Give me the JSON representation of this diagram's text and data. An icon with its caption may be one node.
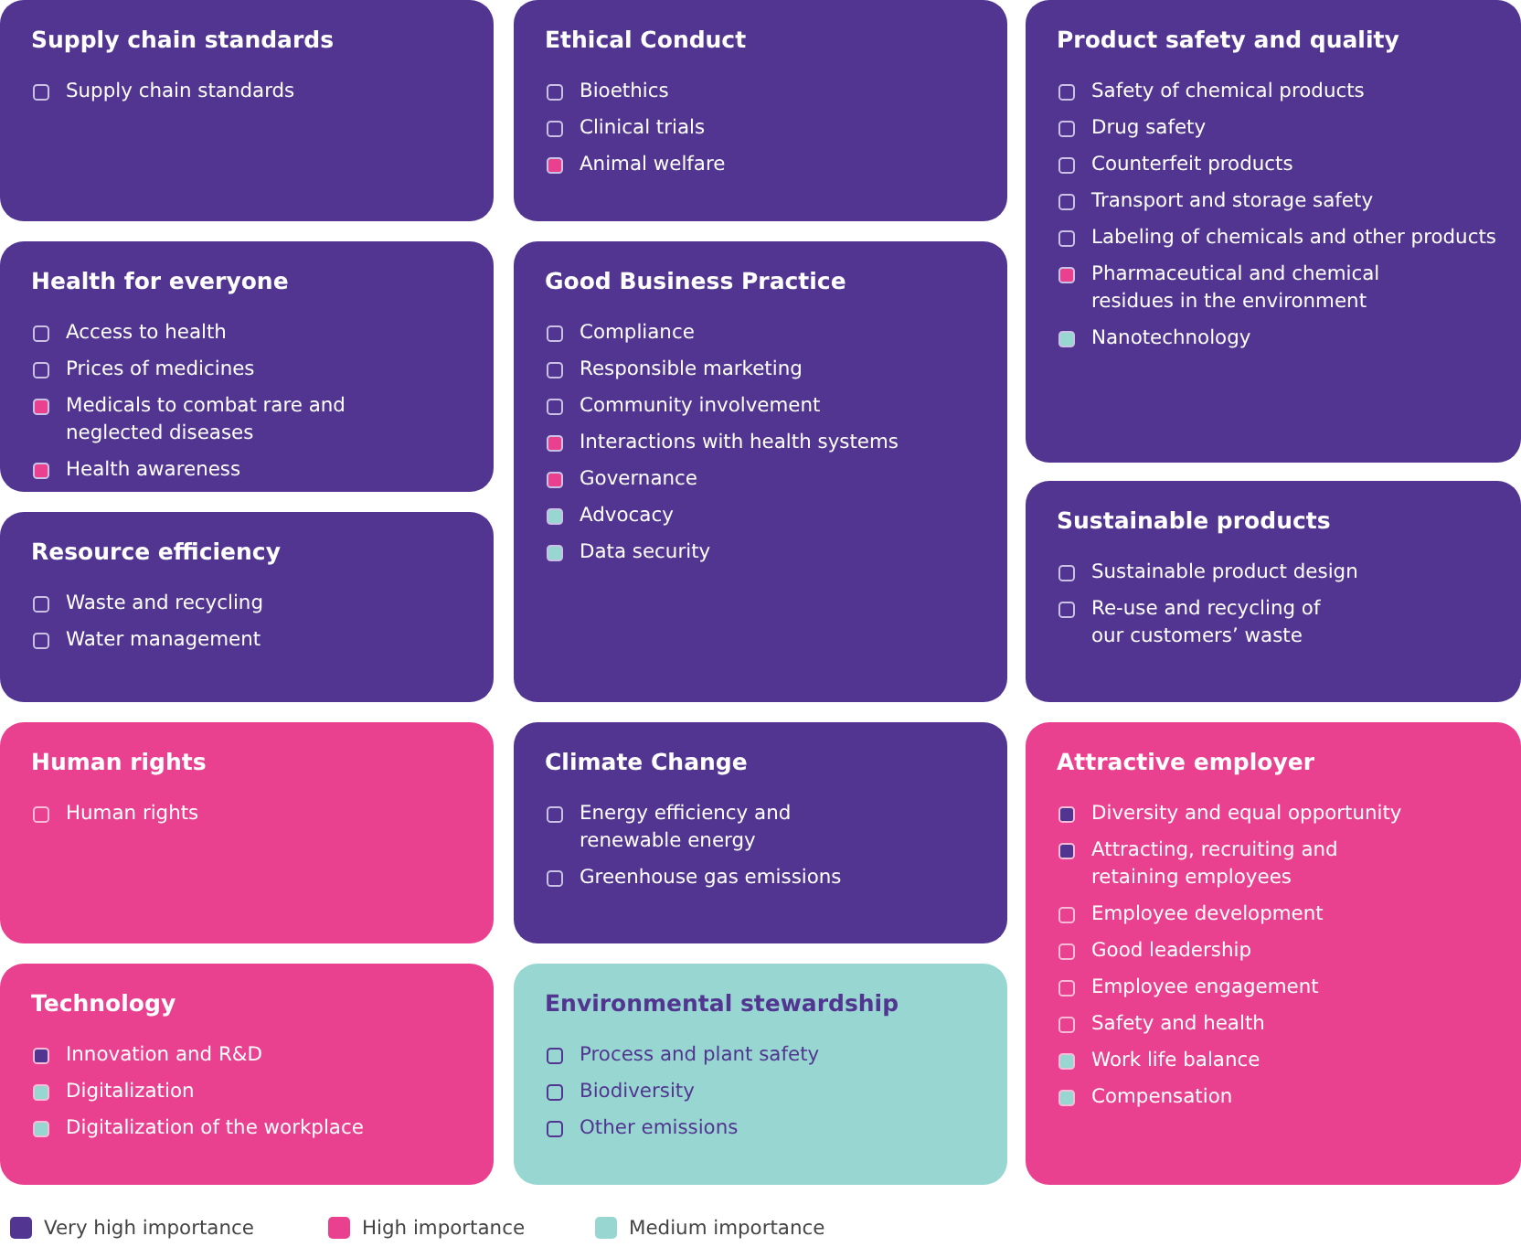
{
  "diagram": {
    "nodes": [
      {
        "text": [
          "Supply chain standards",
          "Supply chain standards"
        ]
      },
      {
        "text": [
          "Ethical Conduct",
          "Bioethics",
          "Clinical trials",
          "Animal welfare"
        ]
      },
      {
        "text": [
          "Product safety and quality",
          "Safety of chemical products",
          "Drug safety",
          "Counterfeit products",
          "Transport and storage safety",
          "Labeling of chemicals and other products",
          "Pharmaceutical and chemical residues in the environment",
          "Nanotechnology"
        ]
      },
      {
        "text": [
          "Health for everyone",
          "Access to health",
          "Prices of medicines",
          "Medicals to combat rare and neglected diseases",
          "Health awareness"
        ]
      },
      {
        "text": [
          "Good Business Practice",
          "Compliance",
          "Responsible marketing",
          "Community involvement",
          "Interactions with health systems",
          "Governance",
          "Advocacy",
          "Data security"
        ]
      },
      {
        "text": [
          "Sustainable products",
          "Sustainable product design",
          "Re-use and recycling of our customers’ waste"
        ]
      },
      {
        "text": [
          "Resource efficiency",
          "Waste and recycling",
          "Water management"
        ]
      },
      {
        "text": [
          "Human rights",
          "Human rights"
        ]
      },
      {
        "text": [
          "Climate Change",
          "Energy efficiency and renewable energy",
          "Greenhouse gas emissions"
        ]
      },
      {
        "text": [
          "Attractive employer",
          "Diversity and equal opportunity",
          "Attracting, recruiting and retaining employees",
          "Employee development",
          "Good leadership",
          "Employee engagement",
          "Safety and health",
          "Work life balance",
          "Compensation"
        ]
      },
      {
        "text": [
          "Technology",
          "Innovation and R&D",
          "Digitalization",
          "Digitalization of the workplace"
        ]
      },
      {
        "text": [
          "Environmental stewardship",
          "Process and plant safety",
          "Biodiversity",
          "Other emissions"
        ]
      }
    ],
    "legend": [
      {
        "text": "Very high importance",
        "color": "#513590"
      },
      {
        "text": "High importance",
        "color": "#e9408f"
      },
      {
        "text": "Medium importance",
        "color": "#98d7d1"
      }
    ]
  }
}
